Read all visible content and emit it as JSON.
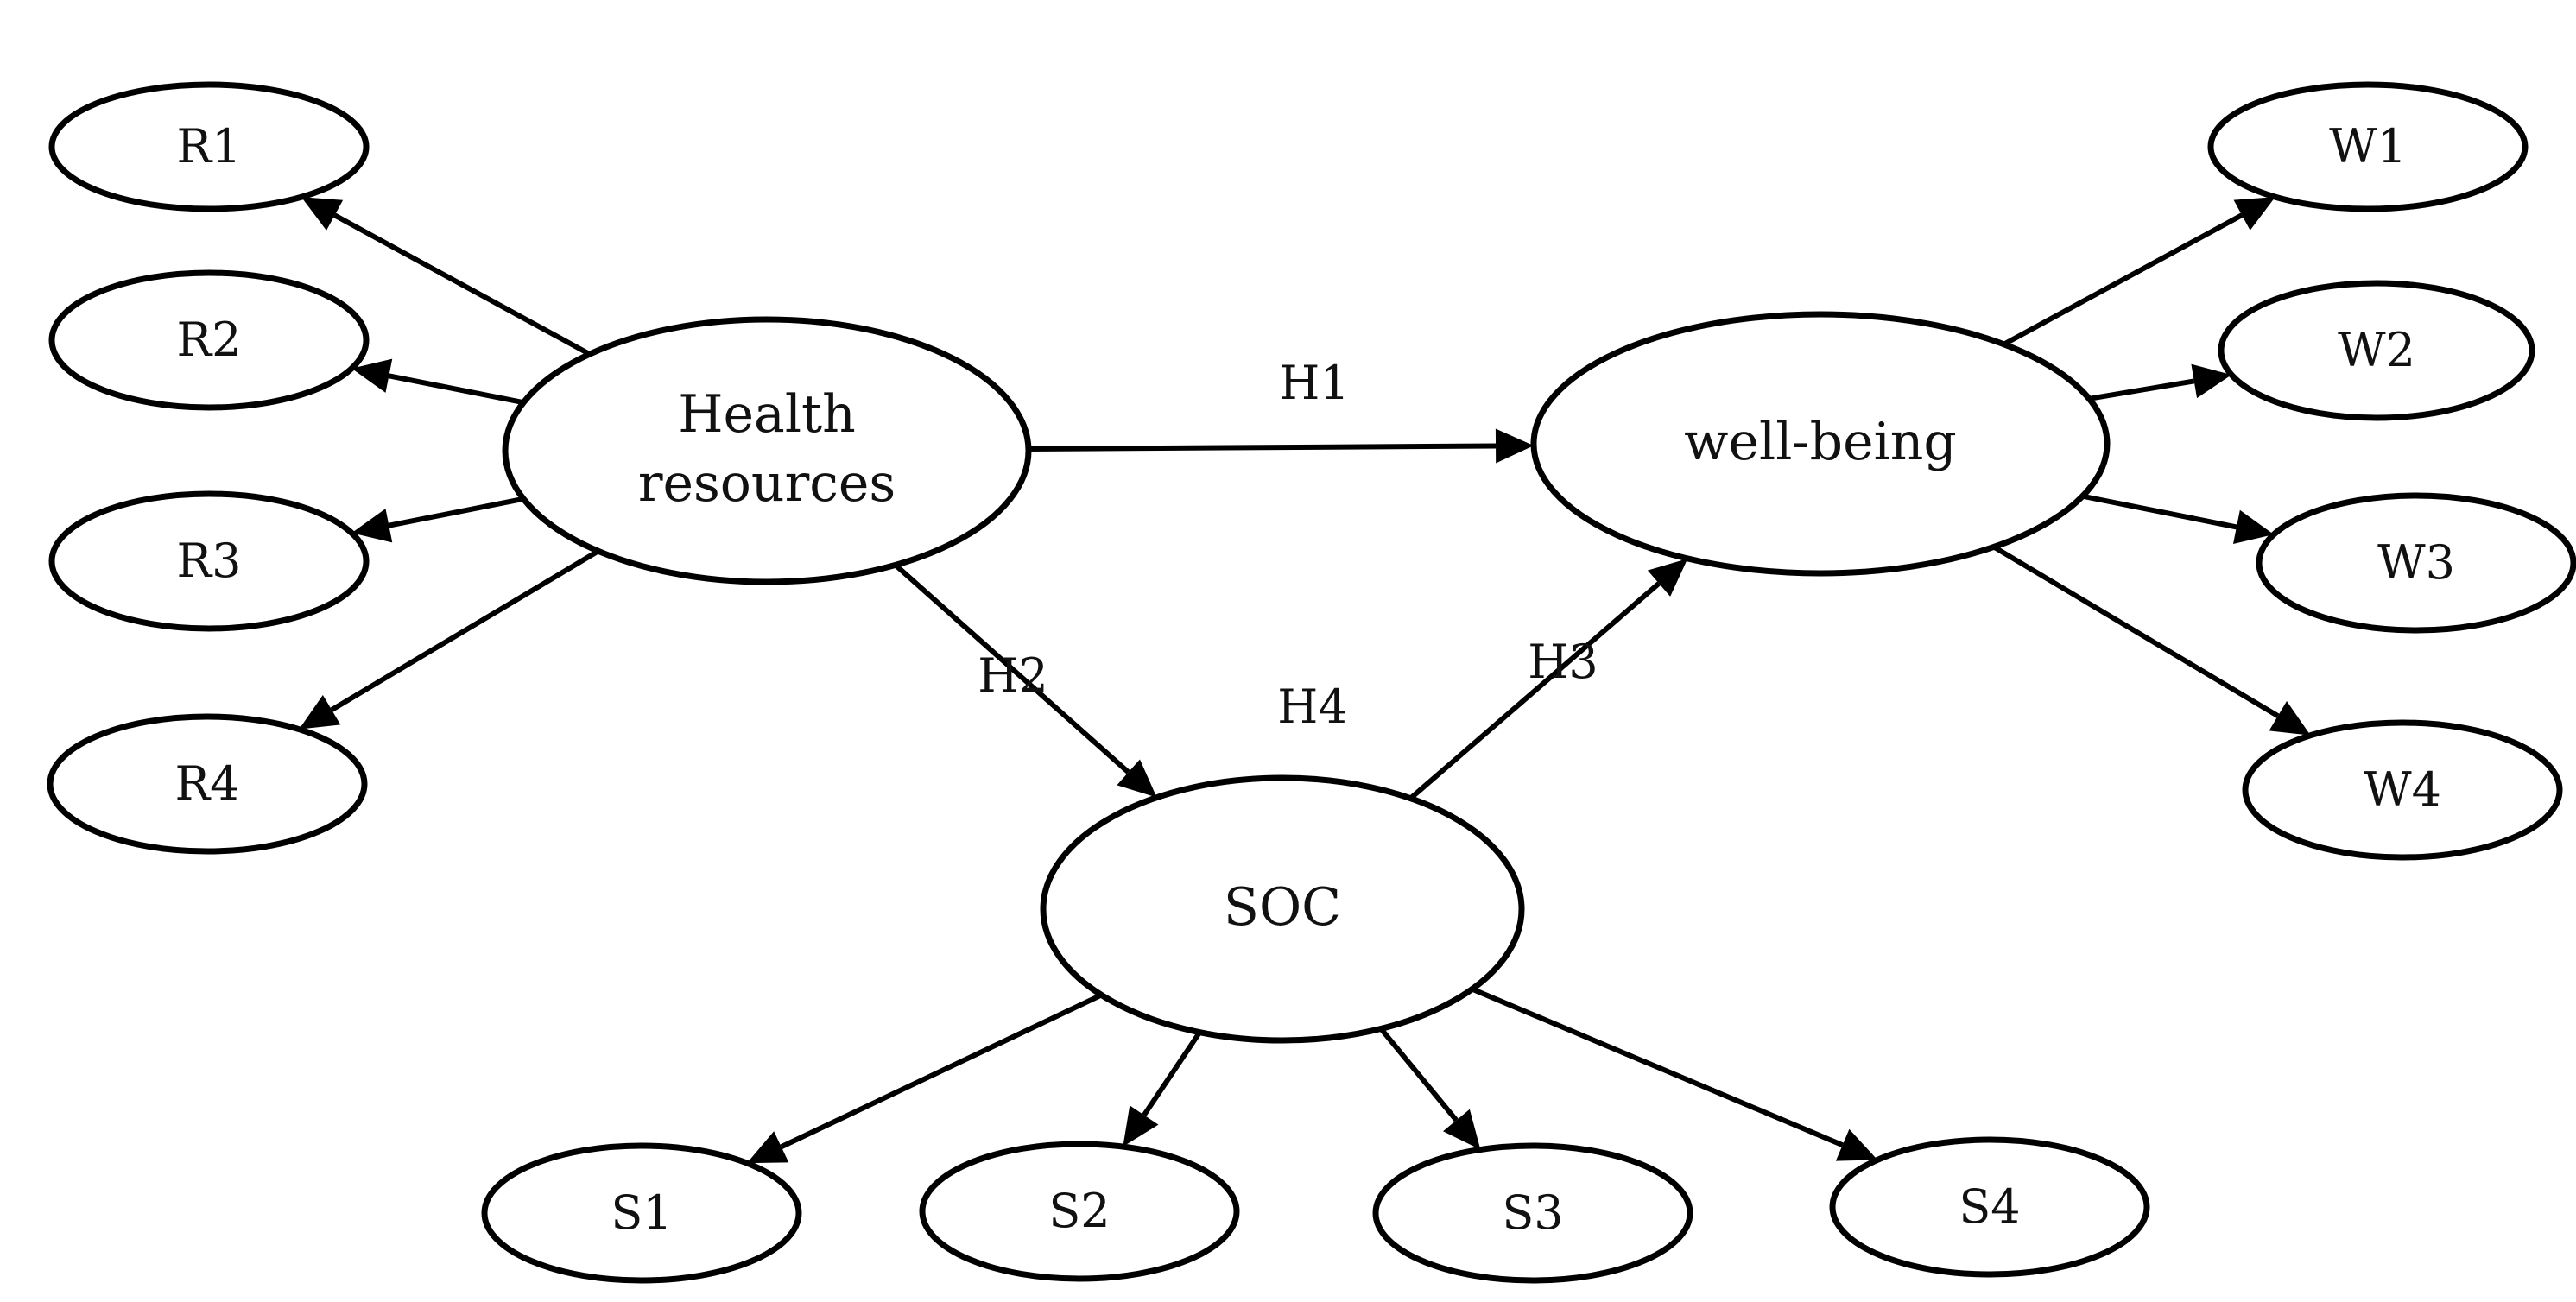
{
  "diagram": {
    "nodes": {
      "health_resources": {
        "lines": [
          "Health",
          "resources"
        ]
      },
      "well_being": {
        "lines": [
          "well-being"
        ]
      },
      "soc": {
        "lines": [
          "SOC"
        ]
      },
      "r1": {
        "lines": [
          "R1"
        ]
      },
      "r2": {
        "lines": [
          "R2"
        ]
      },
      "r3": {
        "lines": [
          "R3"
        ]
      },
      "r4": {
        "lines": [
          "R4"
        ]
      },
      "w1": {
        "lines": [
          "W1"
        ]
      },
      "w2": {
        "lines": [
          "W2"
        ]
      },
      "w3": {
        "lines": [
          "W3"
        ]
      },
      "w4": {
        "lines": [
          "W4"
        ]
      },
      "s1": {
        "lines": [
          "S1"
        ]
      },
      "s2": {
        "lines": [
          "S2"
        ]
      },
      "s3": {
        "lines": [
          "S3"
        ]
      },
      "s4": {
        "lines": [
          "S4"
        ]
      }
    },
    "edges": [
      {
        "from": "health_resources",
        "to": "r1",
        "label": ""
      },
      {
        "from": "health_resources",
        "to": "r2",
        "label": ""
      },
      {
        "from": "health_resources",
        "to": "r3",
        "label": ""
      },
      {
        "from": "health_resources",
        "to": "r4",
        "label": ""
      },
      {
        "from": "health_resources",
        "to": "well_being",
        "label": "H1"
      },
      {
        "from": "health_resources",
        "to": "soc",
        "label": "H2"
      },
      {
        "from": "soc",
        "to": "well_being",
        "label": "H3"
      },
      {
        "from": "well_being",
        "to": "w1",
        "label": ""
      },
      {
        "from": "well_being",
        "to": "w2",
        "label": ""
      },
      {
        "from": "well_being",
        "to": "w3",
        "label": ""
      },
      {
        "from": "well_being",
        "to": "w4",
        "label": ""
      },
      {
        "from": "soc",
        "to": "s1",
        "label": ""
      },
      {
        "from": "soc",
        "to": "s2",
        "label": ""
      },
      {
        "from": "soc",
        "to": "s3",
        "label": ""
      },
      {
        "from": "soc",
        "to": "s4",
        "label": ""
      }
    ],
    "extra_labels": {
      "h4": "H4"
    }
  }
}
